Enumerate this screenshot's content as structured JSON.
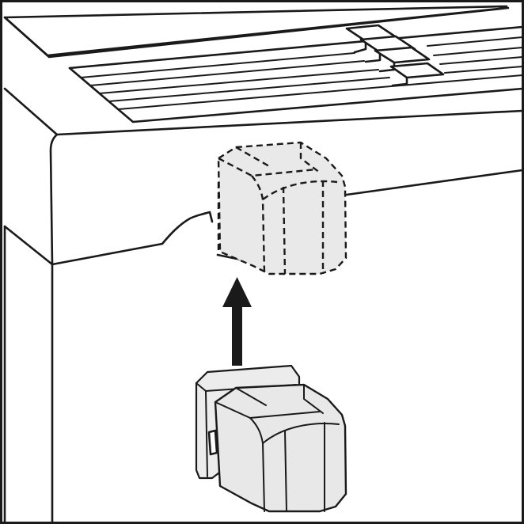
{
  "figure": {
    "kind": "installation-instruction-illustration",
    "colors": {
      "line": "#1a1a1a",
      "part_fill": "#e8e8e8",
      "background": "#ffffff"
    },
    "icons": [
      "appliance-top-corner",
      "vent-slats",
      "ghost-target-part",
      "up-arrow-icon",
      "bracket-part"
    ]
  }
}
